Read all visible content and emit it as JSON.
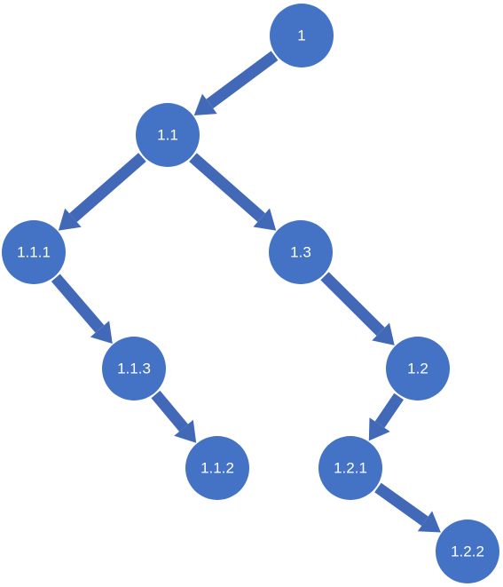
{
  "diagram": {
    "node_color": "#4472C4",
    "edge_color": "#4169B8",
    "label_color": "#FFFFFF",
    "nodes": [
      {
        "id": "1",
        "label": "1"
      },
      {
        "id": "1.1",
        "label": "1.1"
      },
      {
        "id": "1.1.1",
        "label": "1.1.1"
      },
      {
        "id": "1.3",
        "label": "1.3"
      },
      {
        "id": "1.1.3",
        "label": "1.1.3"
      },
      {
        "id": "1.2",
        "label": "1.2"
      },
      {
        "id": "1.1.2",
        "label": "1.1.2"
      },
      {
        "id": "1.2.1",
        "label": "1.2.1"
      },
      {
        "id": "1.2.2",
        "label": "1.2.2"
      }
    ],
    "edges": [
      {
        "from": "1",
        "to": "1.1"
      },
      {
        "from": "1.1",
        "to": "1.1.1"
      },
      {
        "from": "1.1",
        "to": "1.3"
      },
      {
        "from": "1.1.1",
        "to": "1.1.3"
      },
      {
        "from": "1.1.3",
        "to": "1.1.2"
      },
      {
        "from": "1.3",
        "to": "1.2"
      },
      {
        "from": "1.2",
        "to": "1.2.1"
      },
      {
        "from": "1.2.1",
        "to": "1.2.2"
      }
    ]
  }
}
